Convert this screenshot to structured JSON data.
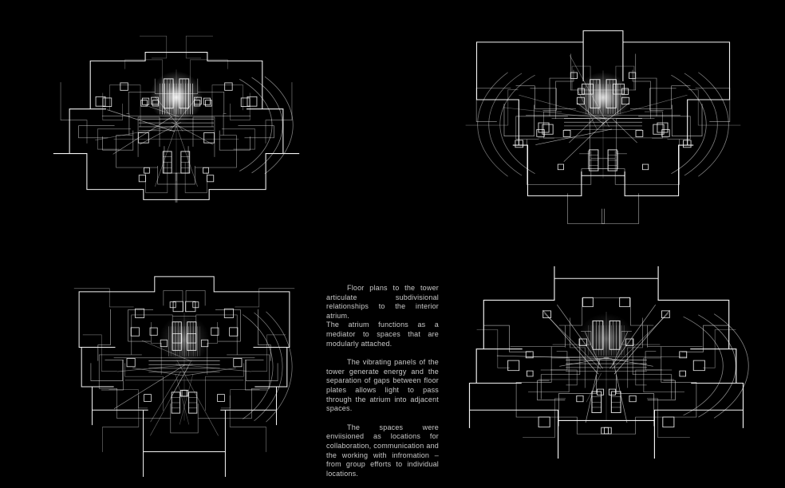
{
  "colors": {
    "background": "#000000",
    "linework": "#ffffff",
    "body_text": "#c9c9c9"
  },
  "figures": [
    {
      "name": "floor-plan-upper-left"
    },
    {
      "name": "floor-plan-upper-right"
    },
    {
      "name": "floor-plan-lower-left"
    },
    {
      "name": "floor-plan-lower-right"
    }
  ],
  "text_panel": {
    "paragraphs": [
      {
        "text": "Floor plans to the tower articulate subdivisional relationships to the interior atrium."
      },
      {
        "text": "The atrium functions as a mediator to spaces that are modularly attached."
      },
      {
        "text": "The vibrating panels of the tower generate energy and the separation of gaps between floor plates allows light to pass through the atrium into adjacent spaces."
      },
      {
        "text": "The spaces were enviisioned as locations for collaboration, communication and the working with infromation – from group efforts to individual locations."
      }
    ]
  }
}
